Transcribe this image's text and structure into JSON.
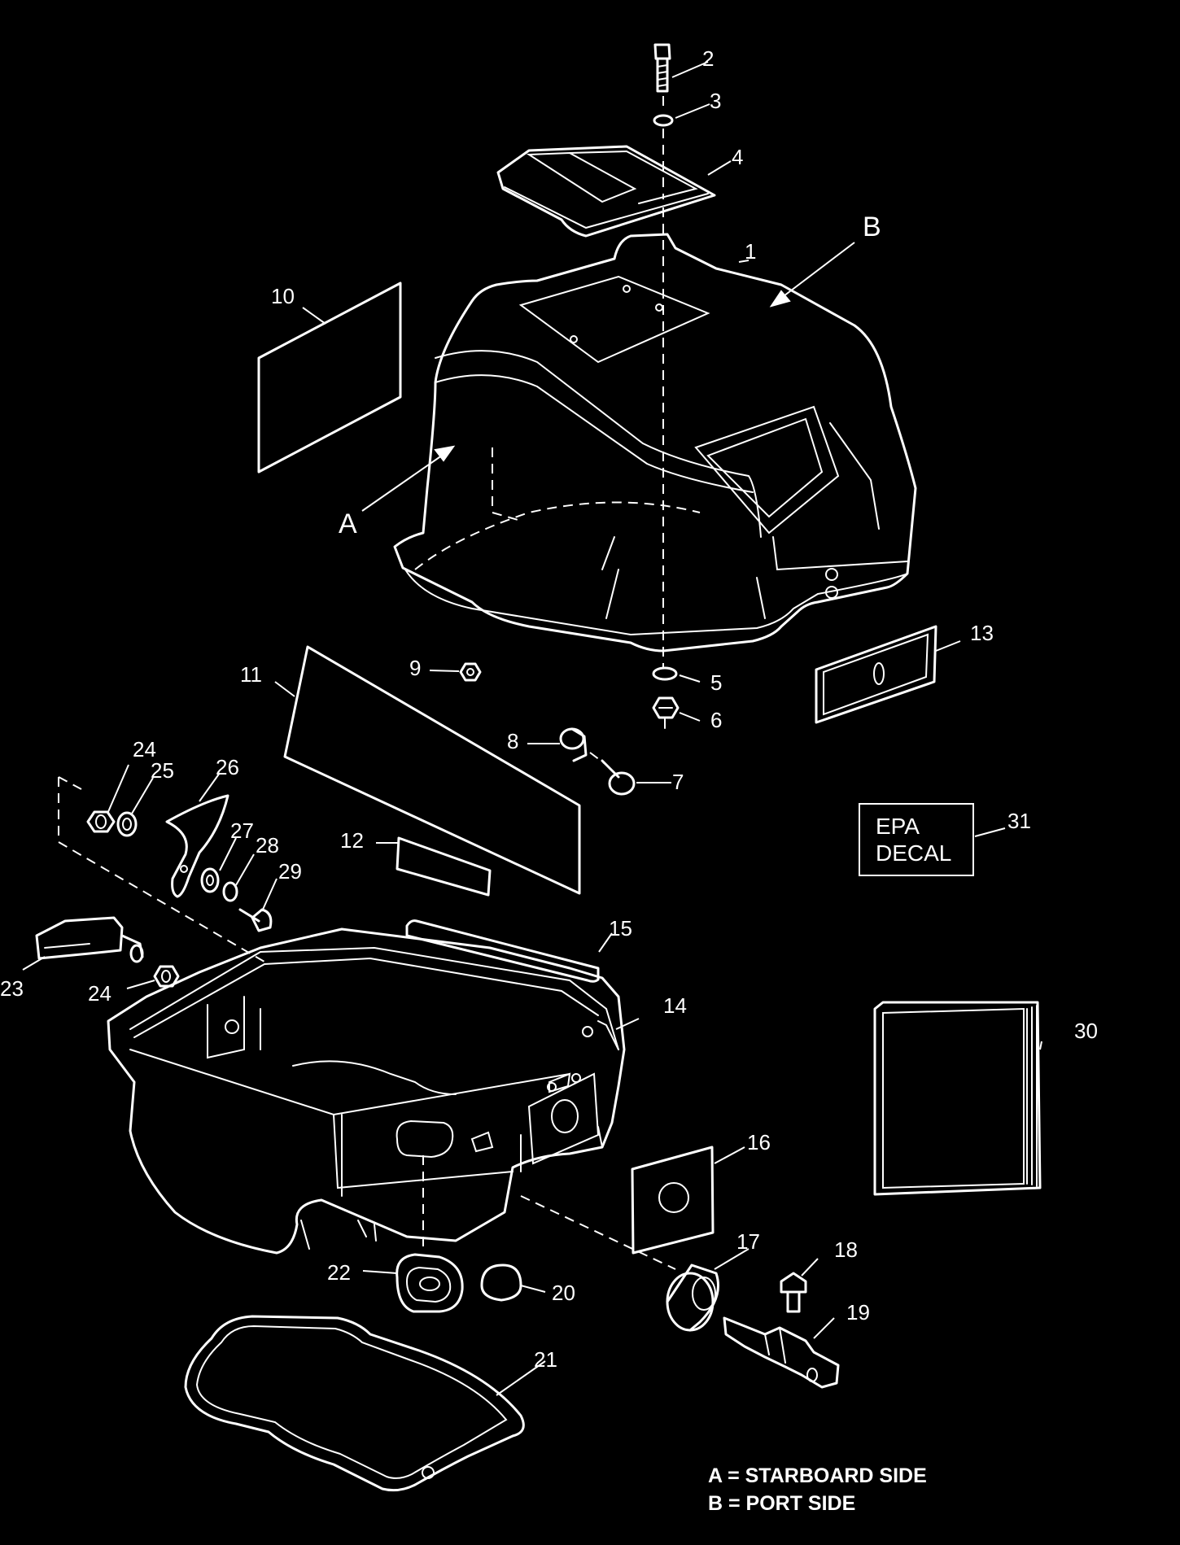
{
  "callouts": [
    "1",
    "2",
    "3",
    "4",
    "5",
    "6",
    "7",
    "8",
    "9",
    "10",
    "11",
    "12",
    "13",
    "14",
    "15",
    "16",
    "17",
    "18",
    "19",
    "20",
    "21",
    "22",
    "23",
    "24",
    "24",
    "25",
    "26",
    "27",
    "28",
    "29",
    "30",
    "31"
  ],
  "view_letters": {
    "a": "A",
    "b": "B"
  },
  "epa_decal": {
    "line1": "EPA",
    "line2": "DECAL"
  },
  "legend": {
    "a": "A = STARBOARD SIDE",
    "b": "B = PORT SIDE"
  },
  "colors": {
    "background": "#000000",
    "lines": "#ffffff"
  }
}
